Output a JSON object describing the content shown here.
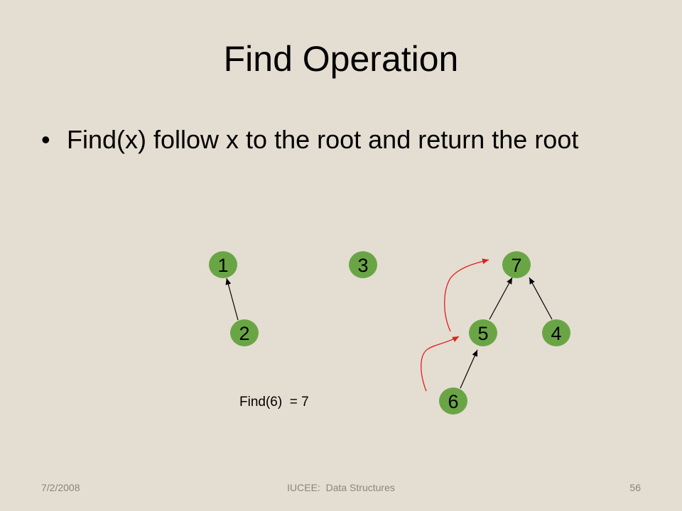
{
  "slide": {
    "title": "Find Operation",
    "bullet_symbol": "•",
    "bullet_text": "Find(x) follow x to the root and return the root"
  },
  "diagram": {
    "node_color": "#6aa545",
    "edge_color": "#000000",
    "path_color": "#e02020",
    "nodes": [
      {
        "id": "1",
        "label": "1"
      },
      {
        "id": "2",
        "label": "2"
      },
      {
        "id": "3",
        "label": "3"
      },
      {
        "id": "7",
        "label": "7"
      },
      {
        "id": "5",
        "label": "5"
      },
      {
        "id": "4",
        "label": "4"
      },
      {
        "id": "6",
        "label": "6"
      }
    ],
    "edges": [
      {
        "from": "2",
        "to": "1"
      },
      {
        "from": "5",
        "to": "7"
      },
      {
        "from": "4",
        "to": "7"
      },
      {
        "from": "6",
        "to": "5"
      }
    ],
    "find_path": [
      "6",
      "5",
      "7"
    ],
    "caption": "Find(6)  = 7"
  },
  "footer": {
    "date": "7/2/2008",
    "course": "IUCEE:  Data Structures",
    "page": "56"
  }
}
